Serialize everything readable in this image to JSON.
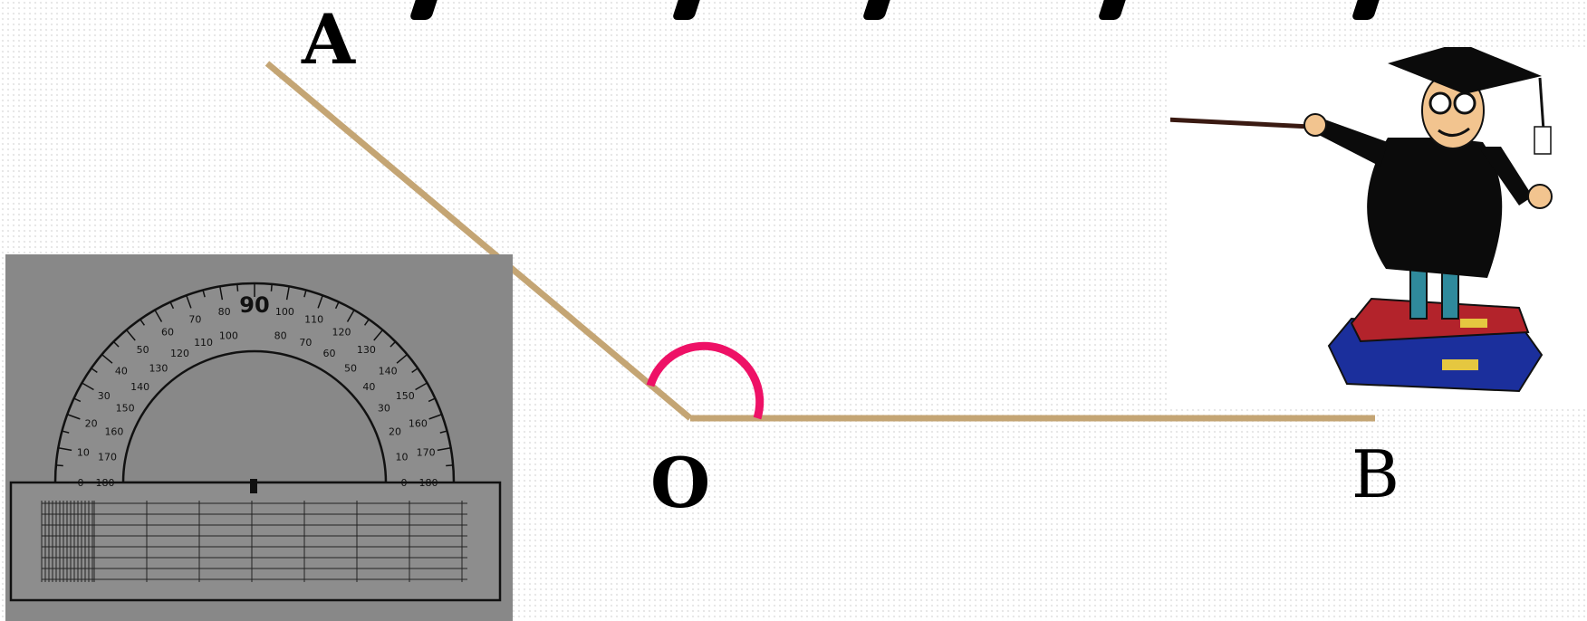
{
  "points": {
    "a": "A",
    "o": "O",
    "b": "B"
  },
  "protractor": {
    "outer_ticks": [
      "0",
      "10",
      "20",
      "30",
      "40",
      "50",
      "60",
      "70",
      "80",
      "90",
      "100",
      "110",
      "120",
      "130",
      "140",
      "150",
      "160",
      "170",
      "180"
    ],
    "inner_ticks": [
      "180",
      "170",
      "160",
      "150",
      "140",
      "130",
      "120",
      "110",
      "100",
      "80",
      "70",
      "60",
      "50",
      "40",
      "30",
      "20",
      "10",
      "0"
    ],
    "center_label": "90"
  },
  "colors": {
    "ray": "#c4a574",
    "angle_arc": "#ee1166",
    "protractor_bg": "#888888"
  },
  "icons": [
    "protractor-image",
    "teacher-graduate-clipart"
  ]
}
